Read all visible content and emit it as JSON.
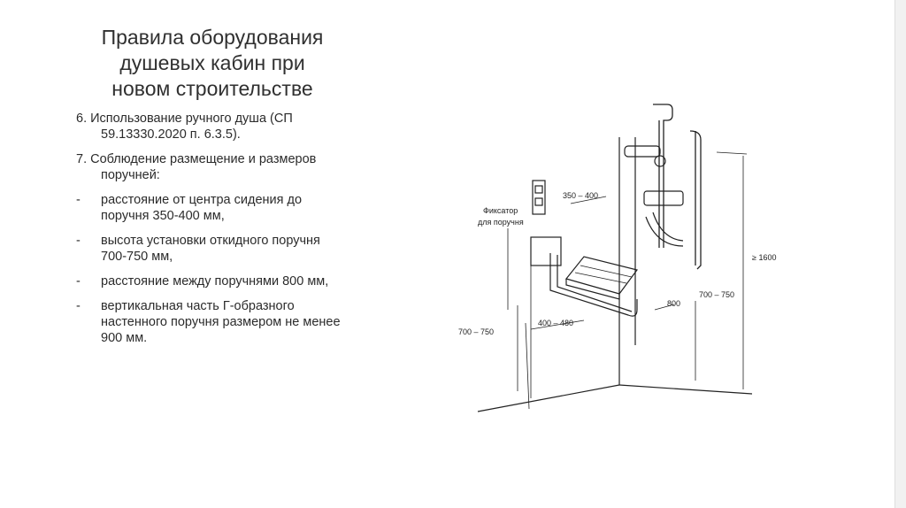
{
  "title": {
    "line1": "Правила оборудования",
    "line2": "душевых кабин при",
    "line3": "новом строительстве"
  },
  "items": [
    {
      "line1": "6. Использование ручного душа (СП",
      "line2": "59.13330.2020 п. 6.3.5)."
    },
    {
      "line1": "7. Соблюдение размещение и размеров",
      "line2": "поручней:"
    }
  ],
  "bullets": [
    {
      "dash": "-",
      "lines": [
        "расстояние от центра сидения до",
        "поручня 350-400 мм,"
      ]
    },
    {
      "dash": "-",
      "lines": [
        "высота установки откидного поручня",
        "700-750 мм,"
      ]
    },
    {
      "dash": "-",
      "lines": [
        "расстояние между поручнями 800 мм,"
      ]
    },
    {
      "dash": "-",
      "lines": [
        "вертикальная часть Г-образного",
        "настенного поручня размером не менее",
        "900 мм."
      ]
    }
  ],
  "figure": {
    "labels": {
      "fixator_line1": "Фиксатор",
      "fixator_line2": "для поручня",
      "dim_350_400": "350 – 400",
      "dim_700_750_left": "700 – 750",
      "dim_400_480": "400 – 480",
      "dim_800": "800",
      "dim_700_750_right": "700 – 750",
      "dim_1600": "≥ 1600"
    }
  }
}
